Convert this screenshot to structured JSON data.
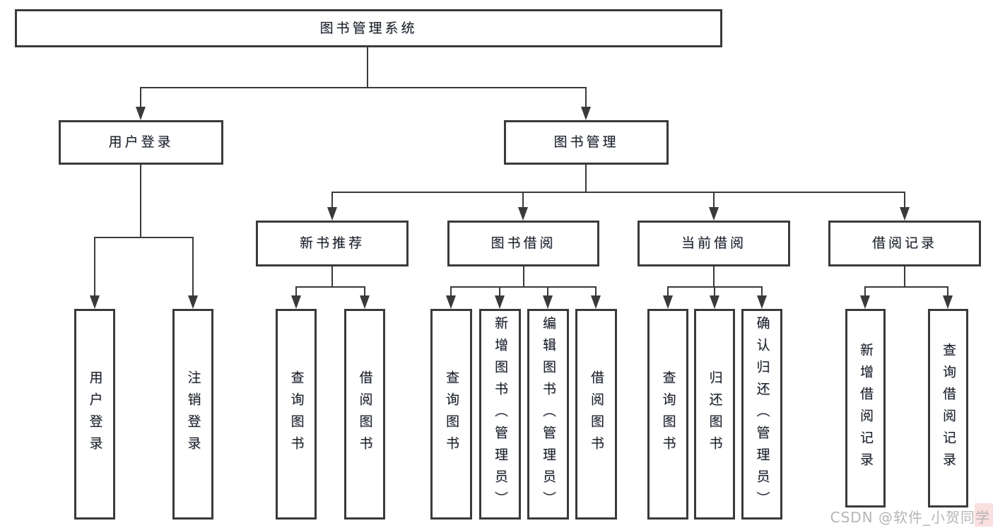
{
  "diagram": {
    "type": "tree",
    "title": "图书管理系统",
    "nodes": {
      "root": {
        "label": "图书管理系统"
      },
      "user_login": {
        "label": "用户登录"
      },
      "book_mgmt": {
        "label": "图书管理"
      },
      "new_book_rec": {
        "label": "新书推荐"
      },
      "book_borrow": {
        "label": "图书借阅"
      },
      "current_borrow": {
        "label": "当前借阅"
      },
      "borrow_records": {
        "label": "借阅记录"
      },
      "leaf_user_login": {
        "label": "用户登录"
      },
      "leaf_logout": {
        "label": "注销登录"
      },
      "leaf_nbr_query": {
        "label": "查询图书"
      },
      "leaf_nbr_borrow": {
        "label": "借阅图书"
      },
      "leaf_bb_query": {
        "label": "查询图书"
      },
      "leaf_bb_add": {
        "label": "新增图书（管理员）"
      },
      "leaf_bb_edit": {
        "label": "编辑图书（管理员）"
      },
      "leaf_bb_borrow": {
        "label": "借阅图书"
      },
      "leaf_cb_query": {
        "label": "查询图书"
      },
      "leaf_cb_return": {
        "label": "归还图书"
      },
      "leaf_cb_confirm": {
        "label": "确认归还（管理员）"
      },
      "leaf_br_add": {
        "label": "新增借阅记录"
      },
      "leaf_br_query": {
        "label": "查询借阅记录"
      }
    },
    "edges": [
      [
        "root",
        "user_login"
      ],
      [
        "root",
        "book_mgmt"
      ],
      [
        "user_login",
        "leaf_user_login"
      ],
      [
        "user_login",
        "leaf_logout"
      ],
      [
        "book_mgmt",
        "new_book_rec"
      ],
      [
        "book_mgmt",
        "book_borrow"
      ],
      [
        "book_mgmt",
        "current_borrow"
      ],
      [
        "book_mgmt",
        "borrow_records"
      ],
      [
        "new_book_rec",
        "leaf_nbr_query"
      ],
      [
        "new_book_rec",
        "leaf_nbr_borrow"
      ],
      [
        "book_borrow",
        "leaf_bb_query"
      ],
      [
        "book_borrow",
        "leaf_bb_add"
      ],
      [
        "book_borrow",
        "leaf_bb_edit"
      ],
      [
        "book_borrow",
        "leaf_bb_borrow"
      ],
      [
        "current_borrow",
        "leaf_cb_query"
      ],
      [
        "current_borrow",
        "leaf_cb_return"
      ],
      [
        "current_borrow",
        "leaf_cb_confirm"
      ],
      [
        "borrow_records",
        "leaf_br_add"
      ],
      [
        "borrow_records",
        "leaf_br_query"
      ]
    ]
  },
  "watermark": {
    "text": "CSDN @软件_小贺同学"
  },
  "colors": {
    "line": "#3a3a3a",
    "text": "#1c1c1c",
    "box_fill": "#ffffff",
    "background": "#ffffff",
    "watermark": "#b7b4b4",
    "watermark_accent": "#f5c6c3"
  }
}
